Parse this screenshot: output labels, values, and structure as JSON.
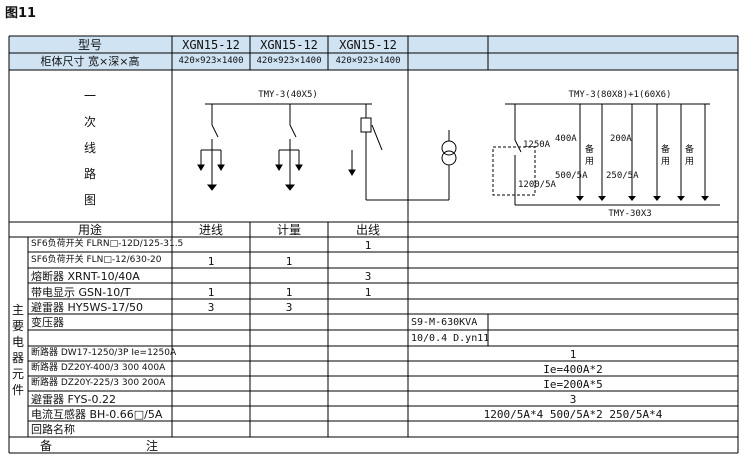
{
  "figure_label": "图11",
  "header": {
    "model_label": "型号",
    "size_label": "柜体尺寸 宽×深×高",
    "models": [
      "XGN15-12",
      "XGN15-12",
      "XGN15-12"
    ],
    "sizes": [
      "420×923×1400",
      "420×923×1400",
      "420×923×1400"
    ]
  },
  "primary_label": [
    "一",
    "次",
    "线",
    "路",
    "图"
  ],
  "diagram": {
    "hv_bus": "TMY-3(40X5)",
    "lv_bus": "TMY-3(80X8)+1(60X6)",
    "lv_bottom_bus": "TMY-30X3",
    "main_breaker": "1250A",
    "ct_main": "1200/5A",
    "feeder_400": "400A",
    "feeder_200": "200A",
    "ct_500": "500/5A",
    "ct_250": "250/5A",
    "spare": [
      "备",
      "用",
      "备",
      "用",
      "备",
      "用"
    ]
  },
  "usage": {
    "label": "用途",
    "cols": [
      "进线",
      "计量",
      "出线"
    ]
  },
  "main_equipment_label": [
    "主",
    "要",
    "电",
    "器",
    "元",
    "件"
  ],
  "rows": [
    {
      "name": "SF6负荷开关 FLRN□-12D/125-31.5",
      "v": [
        "",
        "",
        "1"
      ],
      "lv": ""
    },
    {
      "name": "SF6负荷开关 FLN□-12/630-20",
      "v": [
        "1",
        "1",
        ""
      ],
      "lv": ""
    },
    {
      "name": "熔断器 XRNT-10/40A",
      "v": [
        "",
        "",
        "3"
      ],
      "lv": ""
    },
    {
      "name": "带电显示 GSN-10/T",
      "v": [
        "1",
        "1",
        "1"
      ],
      "lv": ""
    },
    {
      "name": "避雷器 HY5WS-17/50",
      "v": [
        "3",
        "3",
        ""
      ],
      "lv": ""
    },
    {
      "name": "变压器",
      "v": [
        "",
        "",
        ""
      ],
      "lv": ""
    },
    {
      "name": "",
      "v": [
        "",
        "",
        ""
      ],
      "lv": ""
    },
    {
      "name": "断路器 DW17-1250/3P Ie=1250A",
      "v": [
        "",
        "",
        ""
      ],
      "lv": "1"
    },
    {
      "name": "断路器 DZ20Y-400/3 300 400A",
      "v": [
        "",
        "",
        ""
      ],
      "lv": "Ie=400A*2"
    },
    {
      "name": "断路器 DZ20Y-225/3 300 200A",
      "v": [
        "",
        "",
        ""
      ],
      "lv": "Ie=200A*5"
    },
    {
      "name": "避雷器 FYS-0.22",
      "v": [
        "",
        "",
        ""
      ],
      "lv": "3"
    },
    {
      "name": "电流互感器 BH-0.66□/5A",
      "v": [
        "",
        "",
        ""
      ],
      "lv": "1200/5A*4 500/5A*2 250/5A*4"
    },
    {
      "name": "回路名称",
      "v": [
        "",
        "",
        ""
      ],
      "lv": ""
    }
  ],
  "transformer": {
    "model": "S9-M-630KVA",
    "vector": "10/0.4 D.yn11"
  },
  "remarks_label": [
    "备",
    "注"
  ],
  "colors": {
    "header_bg": "#cfe3f3",
    "line": "#000000"
  }
}
